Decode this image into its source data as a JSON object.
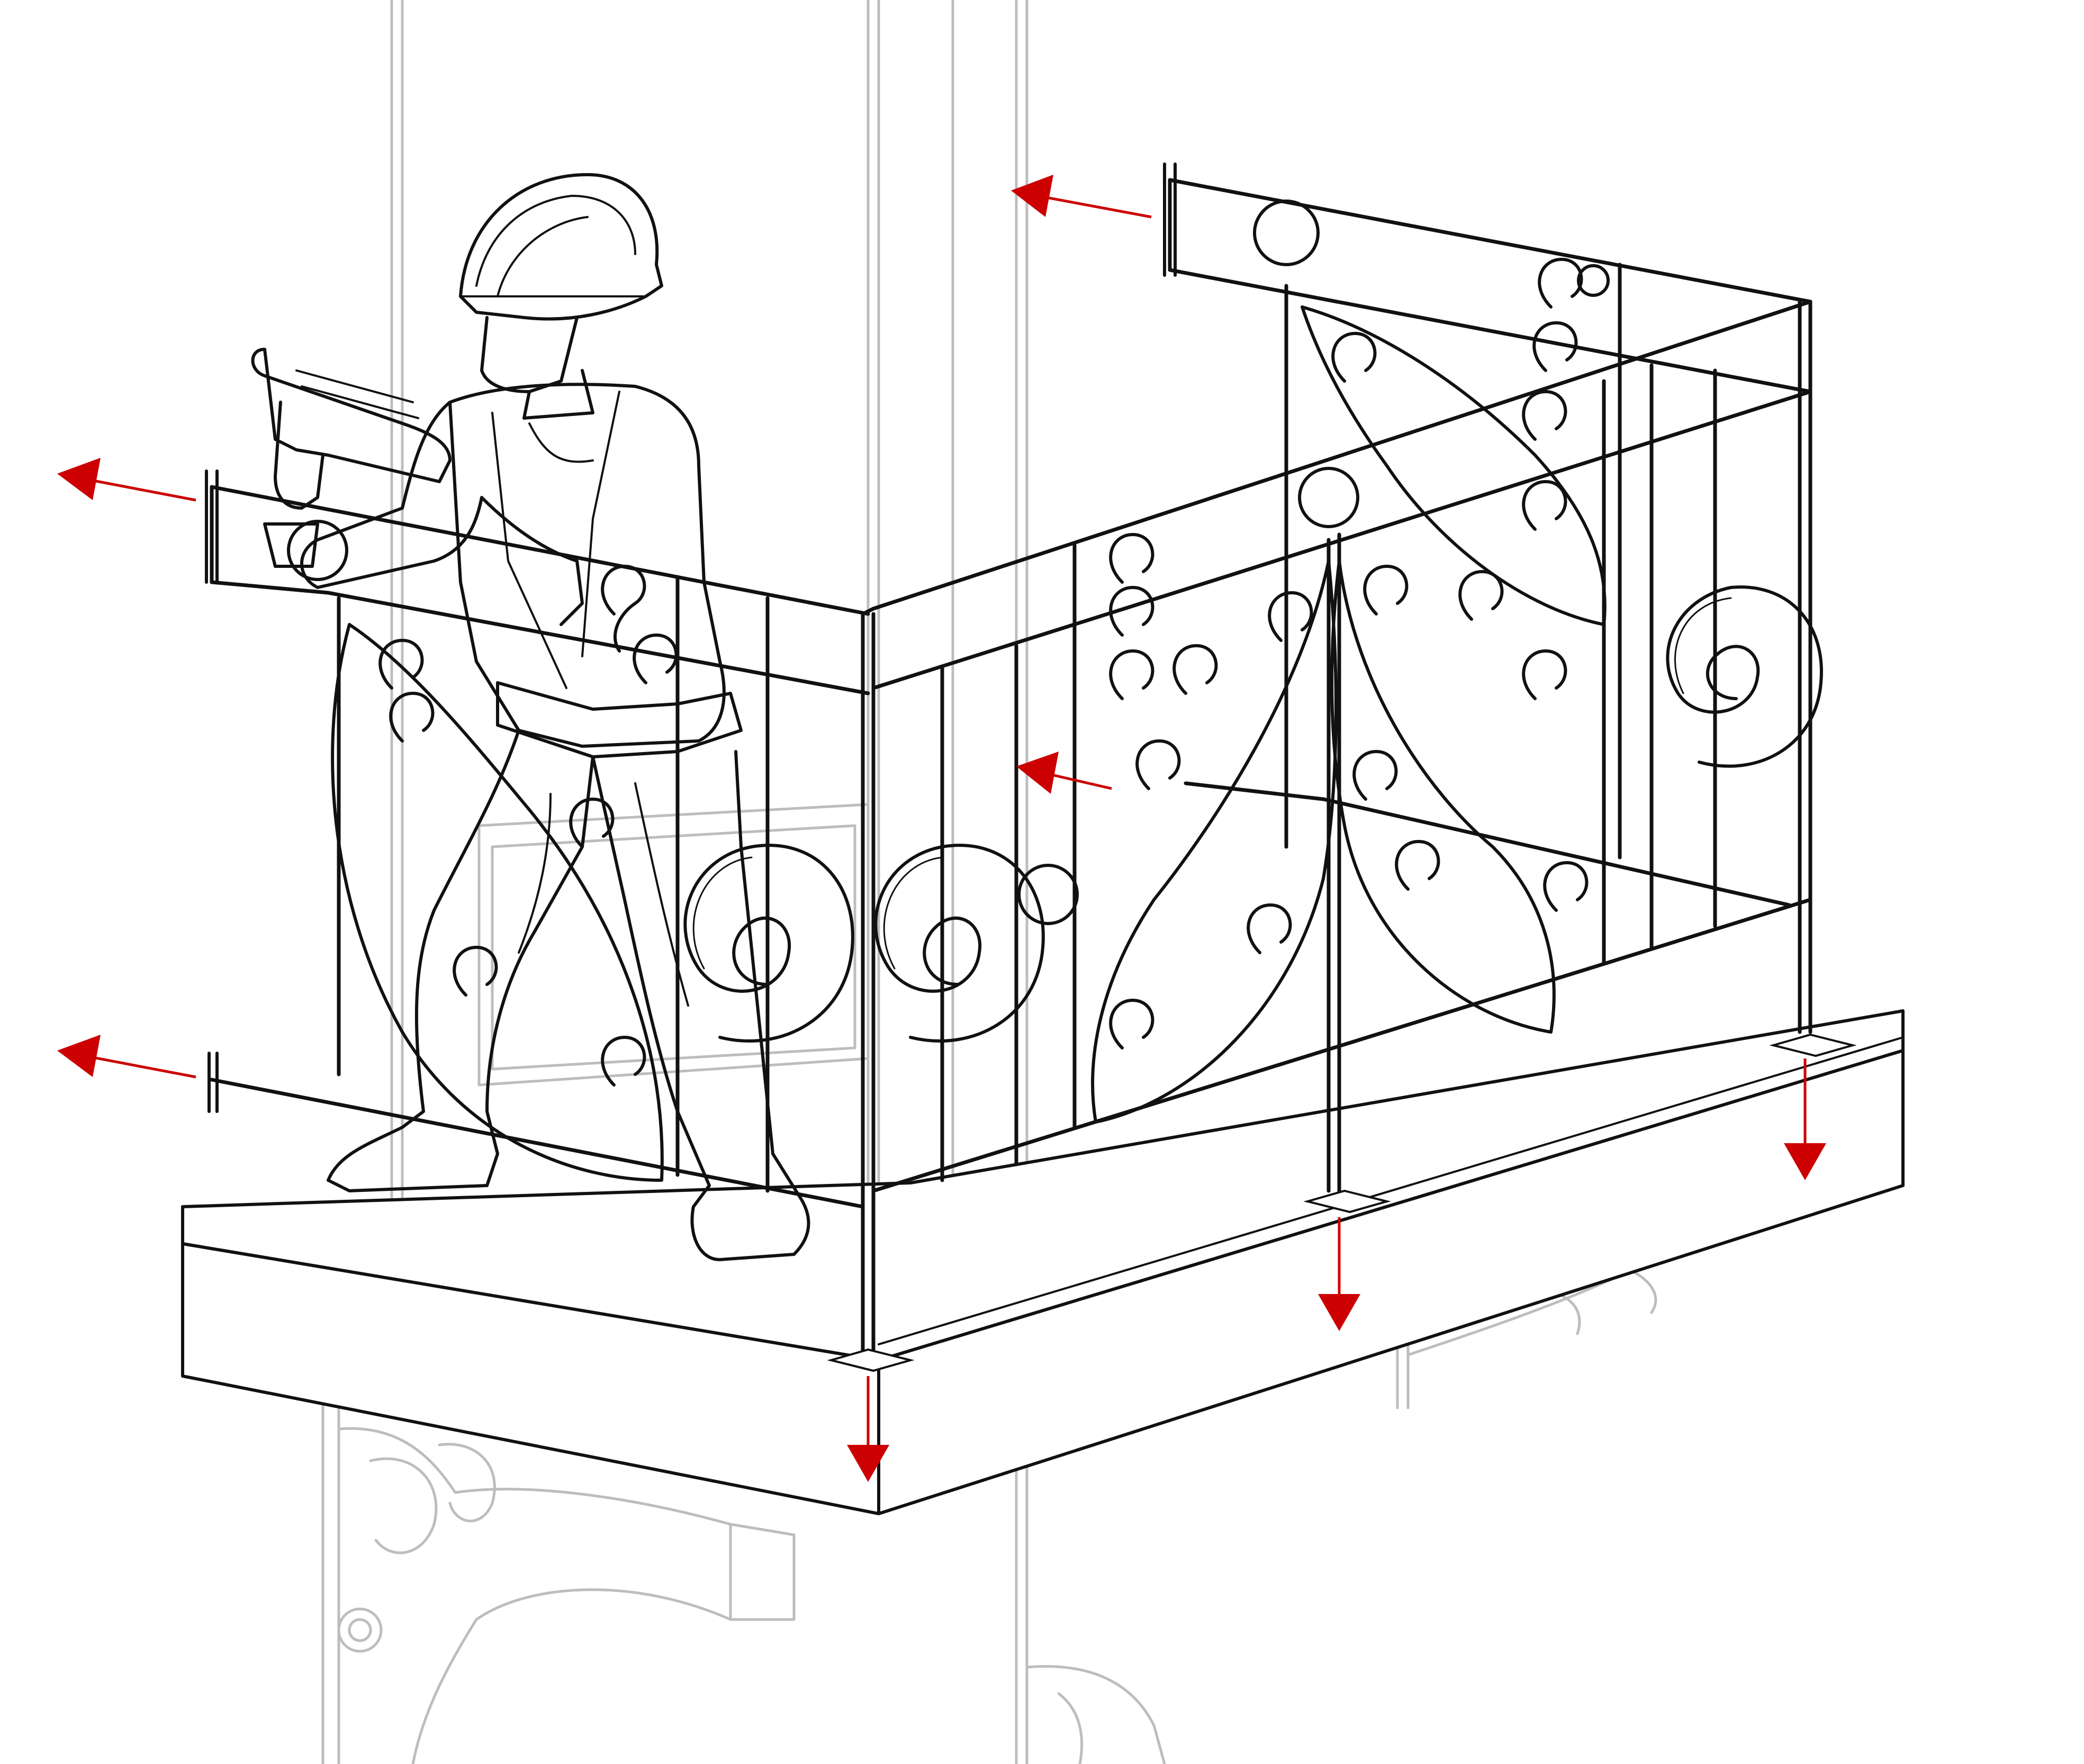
{
  "colors": {
    "background": "#ffffff",
    "line_art": "#111111",
    "ghost_structure": "#bdbdbd",
    "force_arrow": "#cc0000"
  },
  "icons": {
    "force_arrow": "arrow-icon"
  },
  "arrows": {
    "wall_anchors": [
      {
        "direction": "left",
        "label": "upper-rear-rail-anchor"
      },
      {
        "direction": "left",
        "label": "front-top-rail-anchor"
      },
      {
        "direction": "left",
        "label": "front-bottom-rail-anchor"
      },
      {
        "direction": "left",
        "label": "inner-side-anchor"
      }
    ],
    "floor_anchors": [
      {
        "direction": "down",
        "label": "front-corner-post-anchor"
      },
      {
        "direction": "down",
        "label": "middle-post-anchor"
      },
      {
        "direction": "down",
        "label": "right-corner-post-anchor"
      }
    ]
  }
}
